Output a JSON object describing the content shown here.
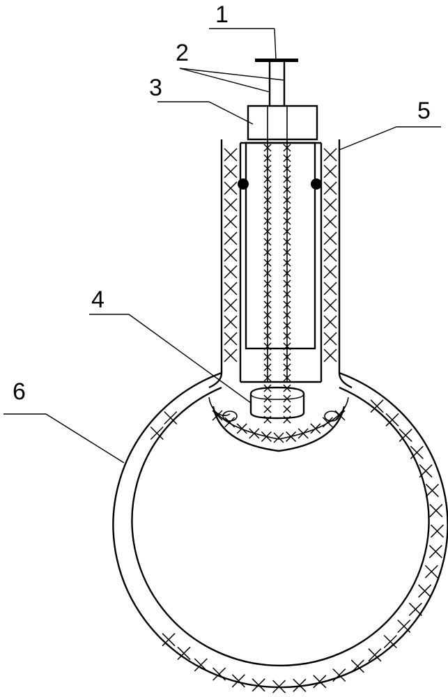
{
  "figure": {
    "callouts": [
      {
        "id": "part-1",
        "label": "1"
      },
      {
        "id": "part-2",
        "label": "2"
      },
      {
        "id": "part-3",
        "label": "3"
      },
      {
        "id": "part-4",
        "label": "4"
      },
      {
        "id": "part-5",
        "label": "5"
      },
      {
        "id": "part-6",
        "label": "6"
      }
    ],
    "colors": {
      "stroke": "#000000",
      "background": "#ffffff",
      "dot": "#000000"
    }
  }
}
